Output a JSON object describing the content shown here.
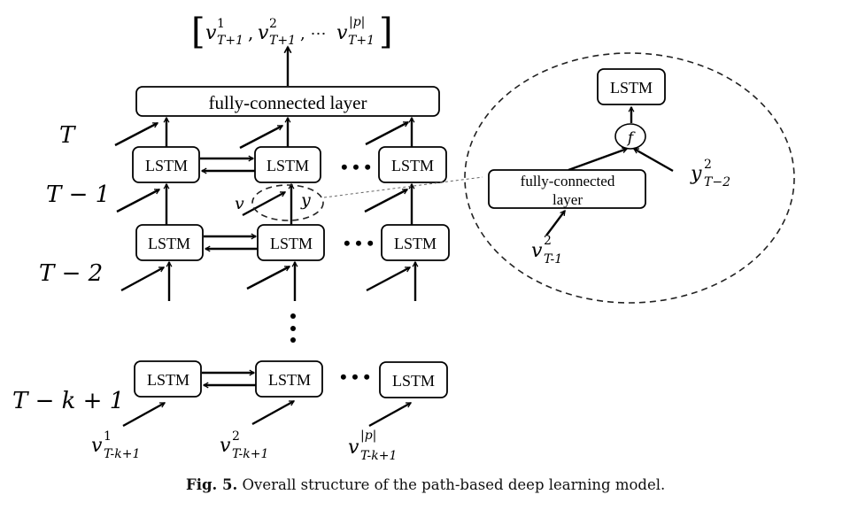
{
  "figure": {
    "output_vector": {
      "open_bracket": "[",
      "close_bracket": "]",
      "items": [
        {
          "base": "v",
          "sup": "1",
          "sub": "T+1",
          "sep": ","
        },
        {
          "base": "v",
          "sup": "2",
          "sub": "T+1",
          "sep": ", ⋯"
        },
        {
          "base": "v",
          "sup": "|p|",
          "sub": "T+1",
          "sep": ""
        }
      ]
    },
    "fc_layer_label": "fully-connected layer",
    "lstm_label": "LSTM",
    "ellipsis_h": "• • •",
    "time_labels": [
      "T",
      "T − 1",
      "T − 2",
      "T − k + 1"
    ],
    "zoom_marker": {
      "v_label": "v",
      "y_label": "y"
    },
    "inputs_bottom": [
      {
        "base": "v",
        "sup": "1",
        "sub": "T-k+1"
      },
      {
        "base": "v",
        "sup": "2",
        "sub": "T-k+1"
      },
      {
        "base": "v",
        "sup": "|p|",
        "sub": "T-k+1"
      }
    ],
    "detail": {
      "lstm_label": "LSTM",
      "function_label": "f",
      "fc_label_line1": "fully-connected",
      "fc_label_line2": "layer",
      "v_input": {
        "base": "v",
        "sup": "2",
        "sub": "T-1"
      },
      "y_input": {
        "base": "y",
        "sup": "2",
        "sub": "T−2"
      }
    }
  },
  "caption": {
    "label": "Fig. 5.",
    "text": " Overall structure of the path-based deep learning model."
  }
}
